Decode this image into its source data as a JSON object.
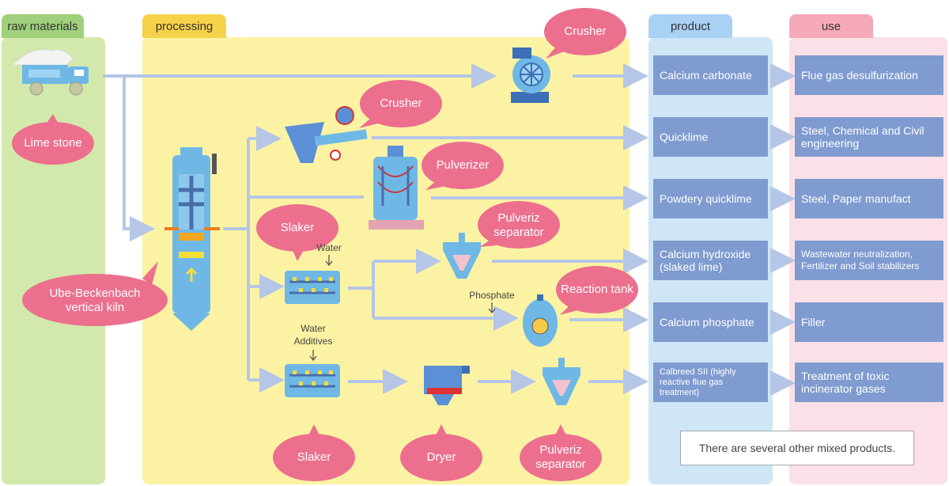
{
  "headers": {
    "raw": "raw materials",
    "processing": "processing",
    "product": "product",
    "use": "use"
  },
  "bubbles": {
    "limestone": "Lime stone",
    "kiln": "Ube-Beckenbach vertical kiln",
    "crusher1": "Crusher",
    "crusher2": "Crusher",
    "pulverizer": "Pulverizer",
    "slaker1": "Slaker",
    "pulveriz1": "Pulveriz separator",
    "reaction": "Reaction tank",
    "slaker2": "Slaker",
    "dryer": "Dryer",
    "pulveriz2": "Pulveriz separator"
  },
  "labels": {
    "water1": "Water",
    "phosphate": "Phosphate",
    "water_additives_1": "Water",
    "water_additives_2": "Additives"
  },
  "products": [
    "Calcium carbonate",
    "Quicklime",
    "Powdery quicklime",
    "Calcium hydroxide (slaked lime)",
    "Calcium phosphate",
    "Calbreed SII (highly reactive flue gas treatment)"
  ],
  "uses": [
    "Flue gas desulfurization",
    "Steel, Chemical and Civil engineering",
    "Steel, Paper manufact",
    "Wastewater neutralization, Fertilizer and Soil stabilizers",
    "Filler",
    "Treatment of toxic incinerator gases"
  ],
  "note": "There are several other mixed products.",
  "colors": {
    "raw_bg": "#cfe8a6",
    "raw_tab": "#9fd07a",
    "proc_bg": "#fbf3a3",
    "proc_tab": "#f6d24a",
    "prod_bg": "#cfe6f6",
    "prod_tab": "#a9d1f3",
    "use_bg": "#fbdfe6",
    "use_tab": "#f6a9b8",
    "box": "#7f9bd0",
    "bubble": "#ec6f8e",
    "arrow": "#b5c6e6"
  }
}
